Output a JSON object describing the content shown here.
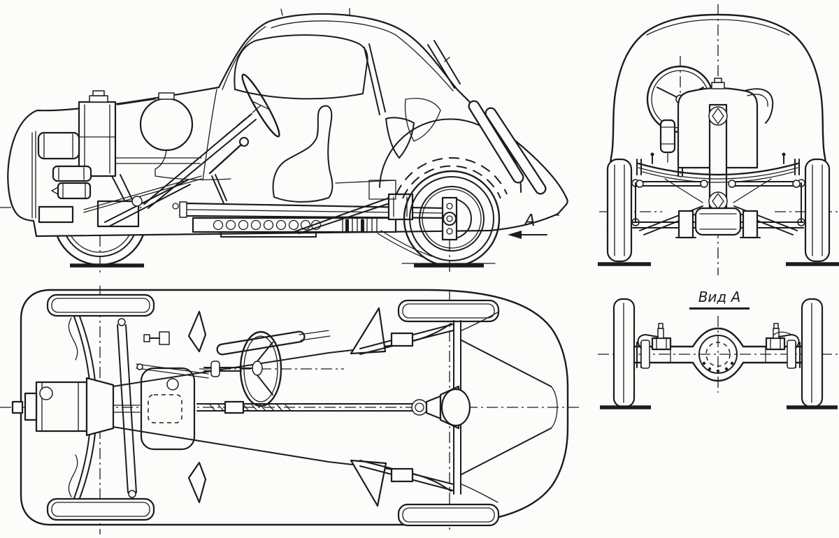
{
  "figure": {
    "paper_color": "#fcfcfa",
    "ink_color": "#1c1c1c",
    "labels": {
      "direction_arrow": "A",
      "aux_view_title": "Вид А"
    },
    "views": [
      {
        "id": "side-view",
        "content": "side elevation, body phantom with engine, steering column, frame and wheels"
      },
      {
        "id": "front-view",
        "content": "front elevation, body outline with radiator, transverse leaf spring, wheels"
      },
      {
        "id": "plan-view",
        "content": "chassis plan view with four wheels, engine, driveshaft, rear axle"
      },
      {
        "id": "rear-axle-view",
        "content": "auxiliary view A of rear axle with differential and wheels"
      }
    ]
  }
}
